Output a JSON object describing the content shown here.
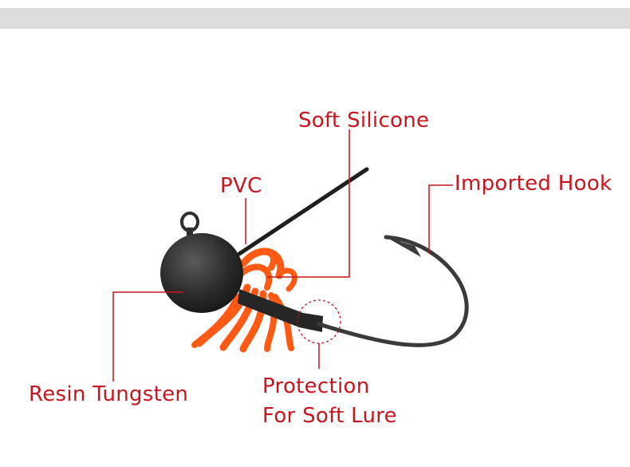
{
  "labels": {
    "soft_silicone": "Soft Silicone",
    "pvc": "PVC",
    "imported_hook": "Imported Hook",
    "resin_tungsten": "Resin Tungsten",
    "protection_line1": "Protection",
    "protection_line2": "For Soft Lure"
  },
  "colors": {
    "label_text": "#c8141e",
    "leader_line": "#c8141e",
    "top_bar": "#dcdcdc",
    "jig_head": "#2a2a2a",
    "silicone_skirt": "#ff5a14",
    "hook": "#3a3a3a"
  }
}
